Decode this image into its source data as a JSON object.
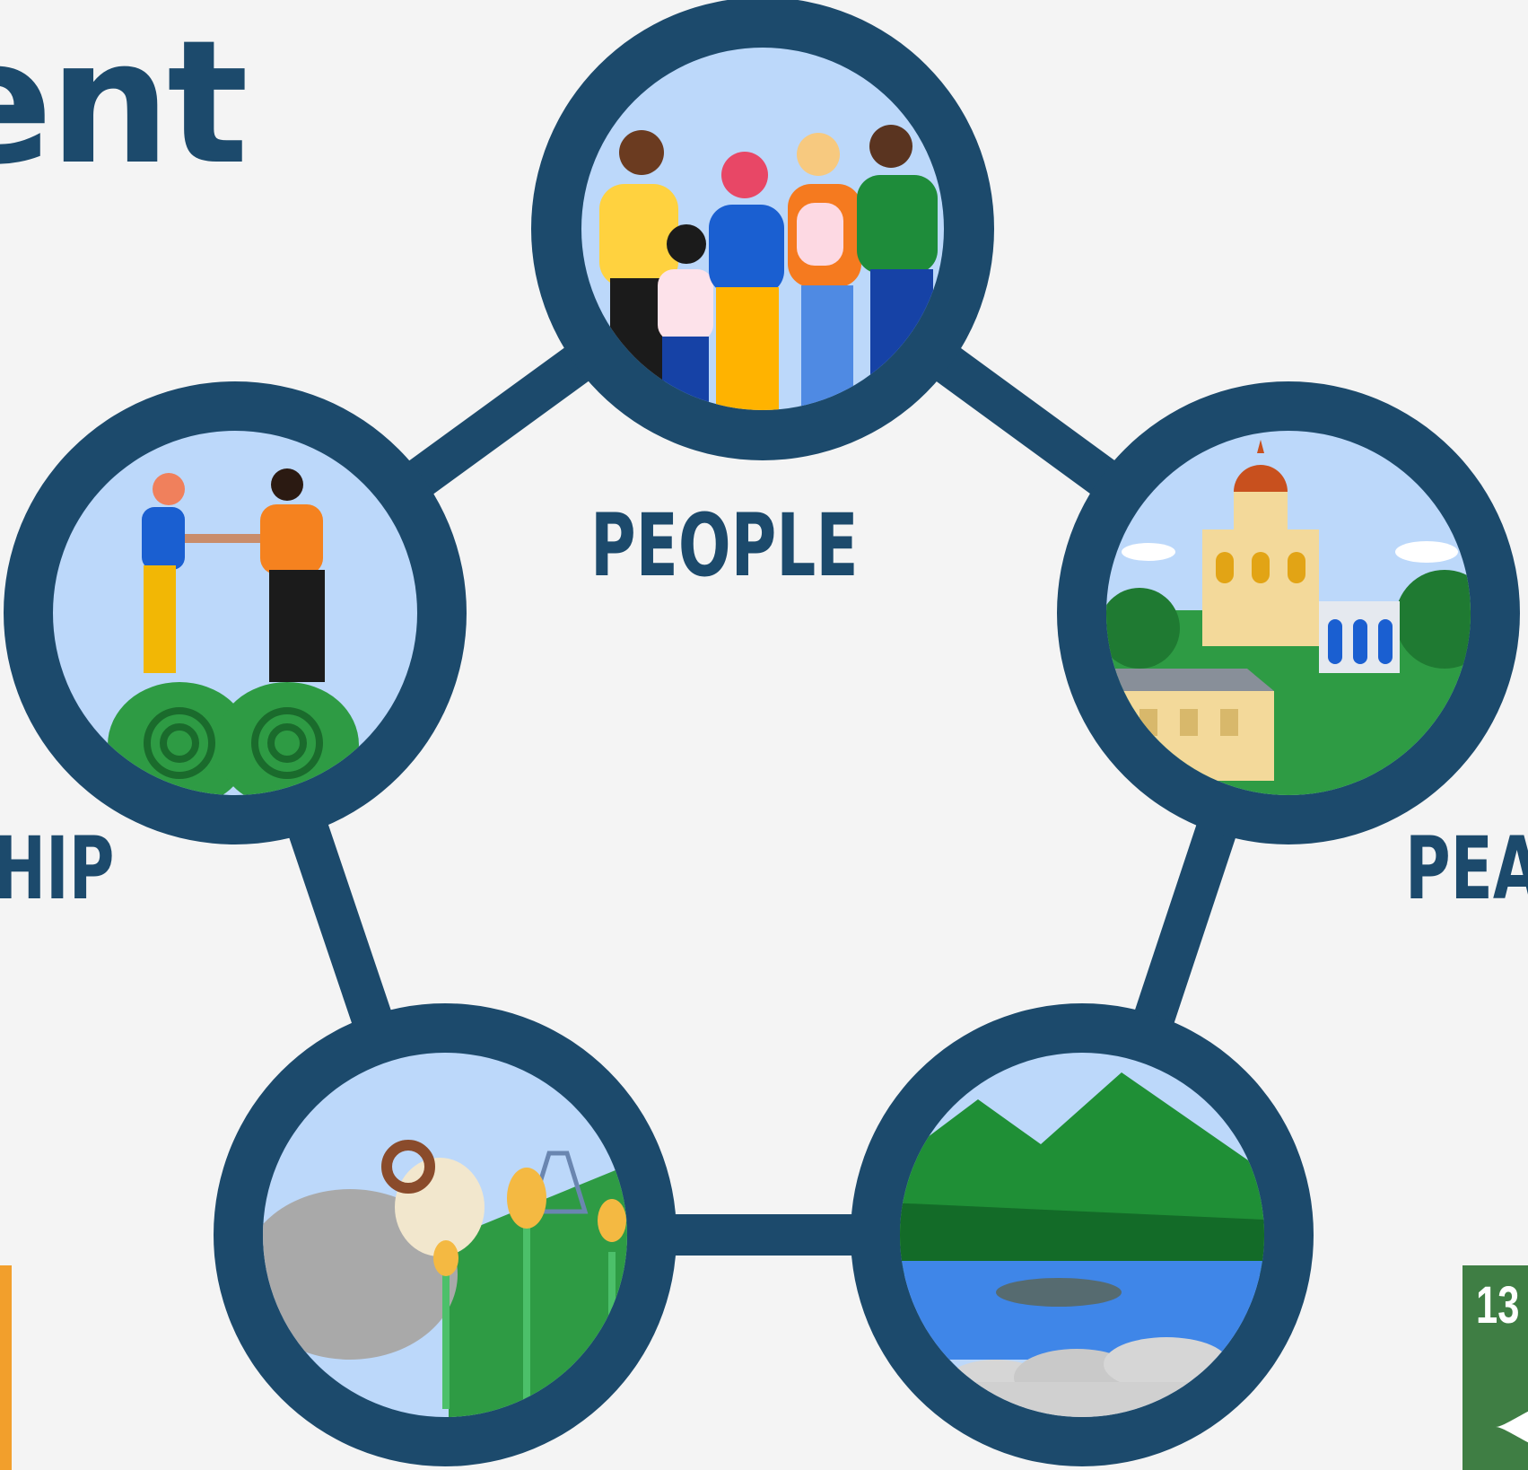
{
  "title_fragment": "ent",
  "labels": {
    "people": "PEOPLE",
    "left": "HIP",
    "right": "PEA"
  },
  "sdg_tiles": {
    "right_number": "13"
  },
  "nodes": [
    "people-illustration",
    "partnership-handshake-illustration",
    "peace-building-illustration",
    "prosperity-farm-illustration",
    "planet-nature-illustration"
  ],
  "colors": {
    "ring": "#1c4a6c",
    "background": "#f4f4f4",
    "sky": "#bcd8fa",
    "sdg_left": "#f29f2c",
    "sdg_right": "#3f7e44"
  }
}
